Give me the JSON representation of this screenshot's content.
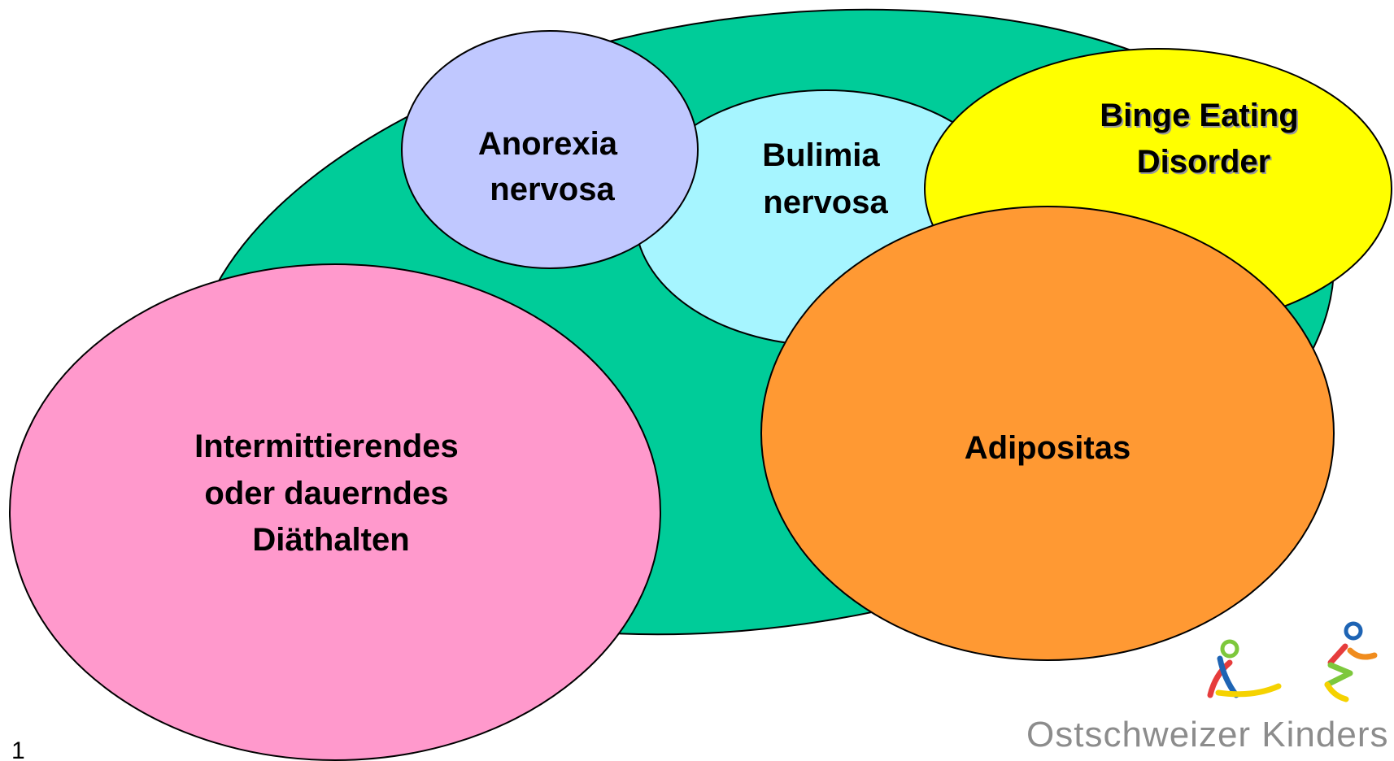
{
  "slide": {
    "page_number": "1"
  },
  "diagram": {
    "container_color": "#00CC99",
    "bubbles": {
      "anorexia": {
        "lines": [
          "Anorexia",
          "nervosa"
        ],
        "color": "#C0C8FF"
      },
      "bulimia": {
        "lines": [
          "Bulimia",
          "nervosa"
        ],
        "color": "#A6F5FF"
      },
      "binge": {
        "lines": [
          "Binge Eating",
          "Disorder"
        ],
        "color": "#FFFF00"
      },
      "adipositas": {
        "lines": [
          "Adipositas"
        ],
        "color": "#FF9933"
      },
      "diet": {
        "lines": [
          "Intermittierendes",
          "oder dauerndes",
          "Diäthalten"
        ],
        "color": "#FF99CC"
      }
    }
  },
  "logo": {
    "text": "Ostschweizer Kinders",
    "colors": {
      "blue": "#1E64B4",
      "orange": "#F08C1E",
      "red": "#E63C3C",
      "green": "#7DC83C",
      "yellow": "#F5D200"
    }
  }
}
